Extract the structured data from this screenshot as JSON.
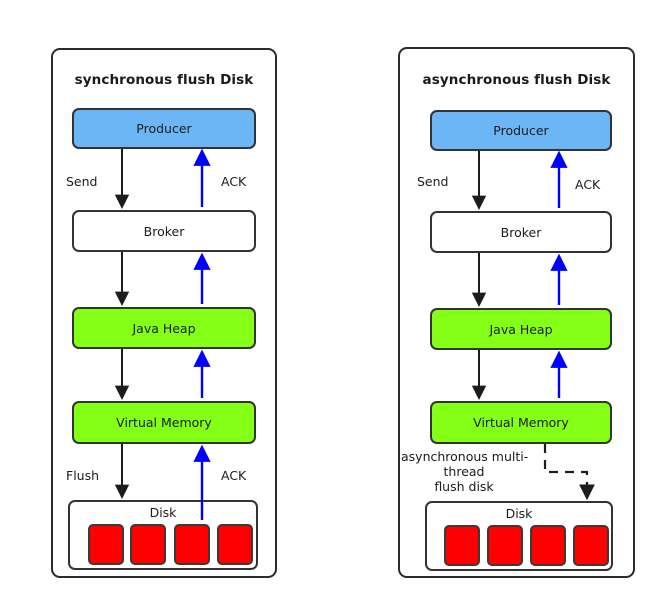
{
  "diagram": {
    "title": "synchronous vs asynchronous flush Disk",
    "colors": {
      "producer": "#6cb6f5",
      "memory": "#84ff16",
      "disk_cell": "#ff0000",
      "ack_arrow": "#0000ff",
      "flow_arrow": "#1c1c1c",
      "border": "#333333"
    }
  },
  "panels": [
    {
      "id": "synchronous",
      "title": "synchronous flush Disk",
      "nodes": [
        {
          "id": "producer",
          "label": "Producer"
        },
        {
          "id": "broker",
          "label": "Broker"
        },
        {
          "id": "java_heap",
          "label": "Java Heap"
        },
        {
          "id": "virtual_memory",
          "label": "Virtual Memory"
        },
        {
          "id": "disk",
          "label": "Disk"
        }
      ],
      "disk_cells": 4,
      "edge_labels": {
        "send": "Send",
        "ack_top": "ACK",
        "flush": "Flush",
        "ack_bottom": "ACK"
      }
    },
    {
      "id": "asynchronous",
      "title": "asynchronous flush Disk",
      "nodes": [
        {
          "id": "producer",
          "label": "Producer"
        },
        {
          "id": "broker",
          "label": "Broker"
        },
        {
          "id": "java_heap",
          "label": "Java Heap"
        },
        {
          "id": "virtual_memory",
          "label": "Virtual Memory"
        },
        {
          "id": "disk",
          "label": "Disk"
        }
      ],
      "disk_cells": 4,
      "edge_labels": {
        "send": "Send",
        "ack_top": "ACK"
      },
      "async_note": {
        "line1": "asynchronous multi-",
        "line2": "thread",
        "line3": "flush disk"
      }
    }
  ]
}
